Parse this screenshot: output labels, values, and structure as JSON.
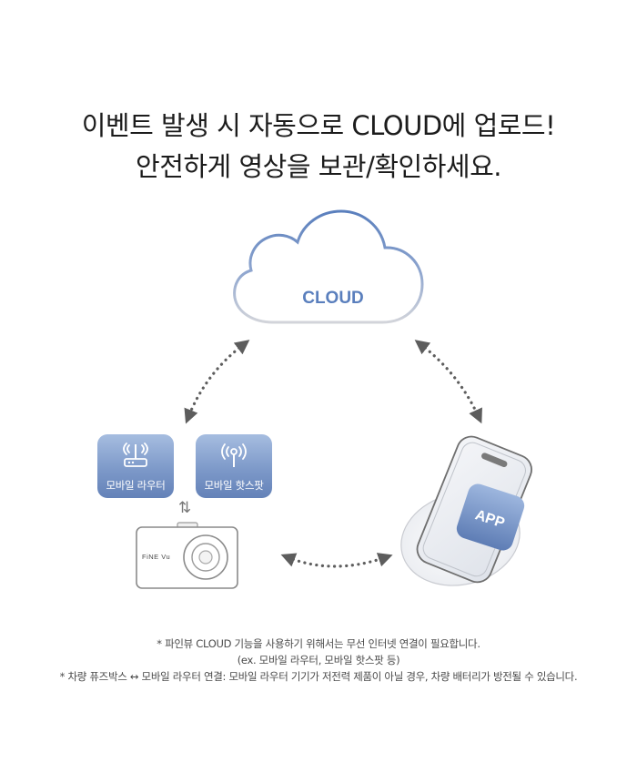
{
  "headline": {
    "line1": "이벤트 발생 시 자동으로 CLOUD에 업로드!",
    "line2": "안전하게 영상을 보관/확인하세요."
  },
  "diagram": {
    "cloud_label": "CLOUD",
    "app_label": "APP",
    "router_label": "모바일 라우터",
    "hotspot_label": "모바일 핫스팟",
    "dashcam_brand": "FiNE Vu",
    "swap_symbol": "⇅",
    "colors": {
      "accent_blue": "#5a7fbd",
      "cloud_gray": "#c7cad3",
      "arrow_gray": "#5d5d5d",
      "tile_blue": "#7d99c9"
    }
  },
  "notes": {
    "line1": "* 파인뷰 CLOUD 기능을 사용하기 위해서는 무선 인터넷 연결이 필요합니다.",
    "line2": "(ex. 모바일 라우터, 모바일 핫스팟 등)",
    "line3": "* 차량 퓨즈박스 ↔ 모바일 라우터 연결: 모바일 라우터 기기가 저전력 제품이 아닐 경우, 차량 배터리가 방전될 수 있습니다."
  }
}
